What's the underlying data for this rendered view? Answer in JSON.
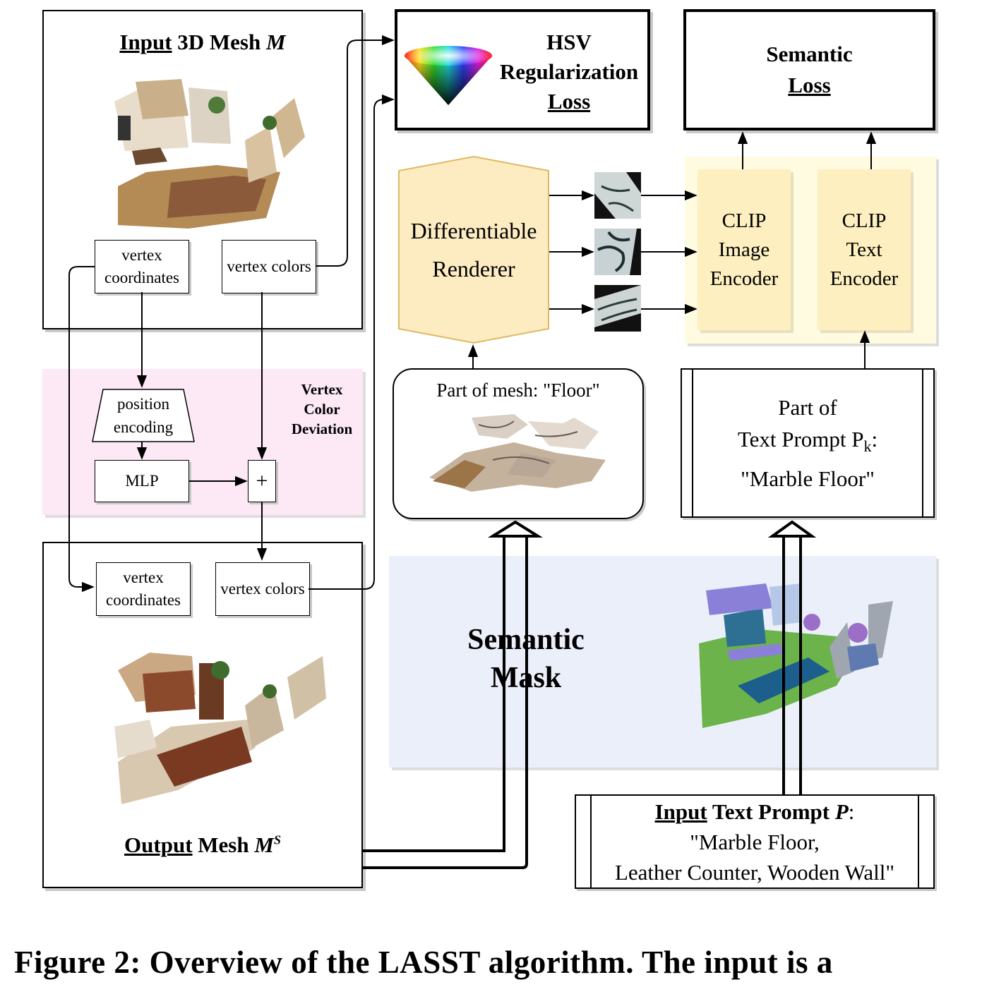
{
  "input_mesh": {
    "title_u": "Input",
    "title_rest": " 3D Mesh ",
    "title_var": "M",
    "vertex_coordinates": "vertex coordinates",
    "vertex_colors": "vertex colors"
  },
  "deviation": {
    "label": "Vertex Color Deviation",
    "position_encoding": "position encoding",
    "mlp": "MLP",
    "plus": "+"
  },
  "output_mesh": {
    "title_u": "Output",
    "title_rest": " Mesh ",
    "title_var": "M",
    "title_sup": "S",
    "vertex_coordinates": "vertex coordinates",
    "vertex_colors": "vertex colors"
  },
  "hsv": {
    "line1": "HSV",
    "line2": "Regularization",
    "line3": "Loss"
  },
  "semantic_loss": {
    "line1": "Semantic",
    "line2": "Loss"
  },
  "renderer": {
    "line1": "Differentiable",
    "line2": "Renderer"
  },
  "clip_image": {
    "line1": "CLIP",
    "line2": "Image",
    "line3": "Encoder"
  },
  "clip_text": {
    "line1": "CLIP",
    "line2": "Text",
    "line3": "Encoder"
  },
  "mesh_part": {
    "label": "Part of mesh: \"Floor\""
  },
  "prompt_part": {
    "line1": "Part of",
    "line2_prefix": "Text Prompt P",
    "line2_sub": "k",
    "line2_suffix": ":",
    "line3": "\"Marble Floor\""
  },
  "semantic_mask": {
    "line1": "Semantic",
    "line2": "Mask"
  },
  "input_prompt": {
    "title_u": "Input",
    "title_rest": " Text Prompt ",
    "title_var": "P",
    "title_colon": ":",
    "line2": "\"Marble Floor,",
    "line3": "Leather Counter, Wooden Wall\""
  },
  "caption": "Figure 2: Overview of the LASST algorithm. The input is a",
  "colors": {
    "pink_panel": "#fde8f6",
    "blue_panel": "#ebeff9",
    "yellow_panel": "#fffbe0",
    "encoder_fill": "#fdefc0",
    "renderer_fill": "#fdecc2",
    "renderer_stroke": "#e0b860"
  }
}
